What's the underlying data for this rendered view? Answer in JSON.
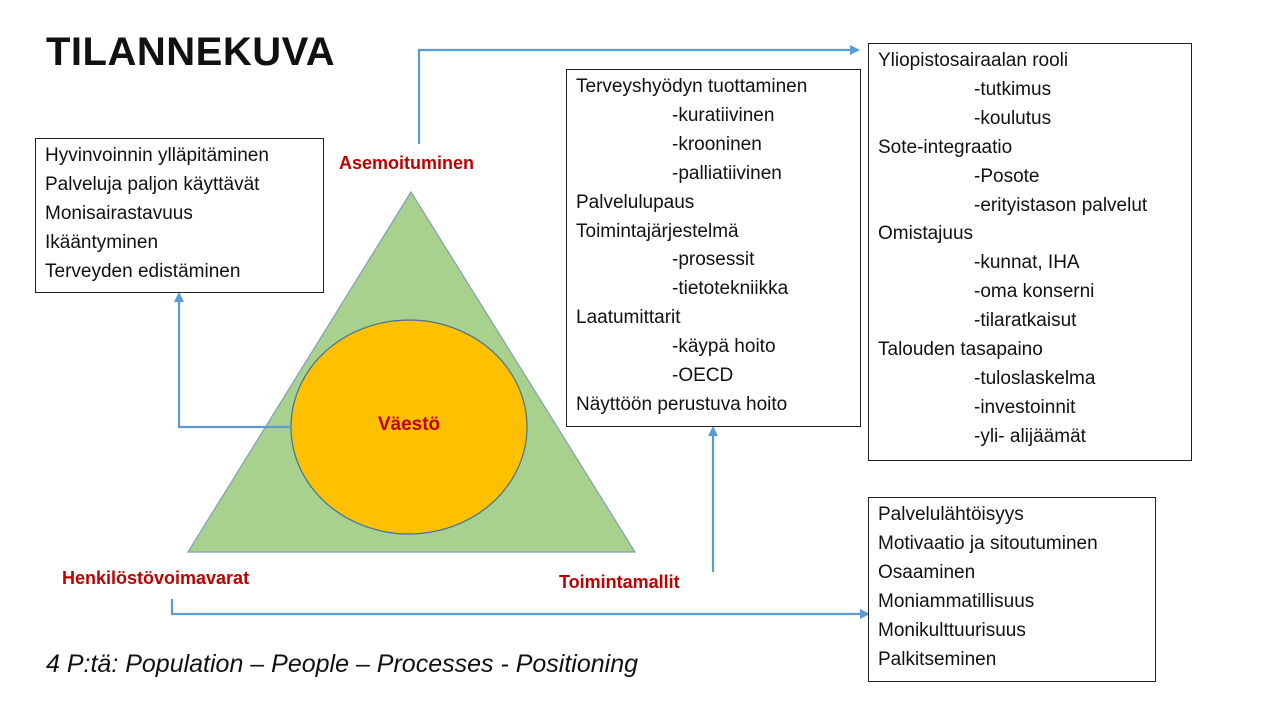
{
  "title": "TILANNEKUVA",
  "footer": "4 P:tä: Population – People – Processes - Positioning",
  "center": "Väestö",
  "corners": {
    "top": "Asemoituminen",
    "bottom_left": "Henkilöstövoimavarat",
    "bottom_right": "Toimintamallit"
  },
  "boxes": {
    "population": [
      {
        "text": "Hyvinvoinnin ylläpitäminen",
        "indent": false
      },
      {
        "text": "Palveluja paljon käyttävät",
        "indent": false
      },
      {
        "text": "Monisairastavuus",
        "indent": false
      },
      {
        "text": "Ikääntyminen",
        "indent": false
      },
      {
        "text": "Terveyden edistäminen",
        "indent": false
      }
    ],
    "processes": [
      {
        "text": "Terveyshyödyn tuottaminen",
        "indent": false
      },
      {
        "text": "-kuratiivinen",
        "indent": true
      },
      {
        "text": "-krooninen",
        "indent": true
      },
      {
        "text": "-palliatiivinen",
        "indent": true
      },
      {
        "text": "Palvelulupaus",
        "indent": false
      },
      {
        "text": "Toimintajärjestelmä",
        "indent": false
      },
      {
        "text": "-prosessit",
        "indent": true
      },
      {
        "text": "-tietotekniikka",
        "indent": true
      },
      {
        "text": "Laatumittarit",
        "indent": false
      },
      {
        "text": "-käypä hoito",
        "indent": true
      },
      {
        "text": "-OECD",
        "indent": true
      },
      {
        "text": "Näyttöön perustuva hoito",
        "indent": false
      }
    ],
    "positioning": [
      {
        "text": "Yliopistosairaalan rooli",
        "indent": false
      },
      {
        "text": "-tutkimus",
        "indent": true
      },
      {
        "text": "-koulutus",
        "indent": true
      },
      {
        "text": "Sote-integraatio",
        "indent": false
      },
      {
        "text": "-Posote",
        "indent": true
      },
      {
        "text": "-erityistason palvelut",
        "indent": true
      },
      {
        "text": "Omistajuus",
        "indent": false
      },
      {
        "text": "-kunnat, IHA",
        "indent": true
      },
      {
        "text": "-oma konserni",
        "indent": true
      },
      {
        "text": "-tilaratkaisut",
        "indent": true
      },
      {
        "text": "Talouden tasapaino",
        "indent": false
      },
      {
        "text": "-tuloslaskelma",
        "indent": true
      },
      {
        "text": "-investoinnit",
        "indent": true
      },
      {
        "text": "-yli- alijäämät",
        "indent": true
      }
    ],
    "people": [
      {
        "text": "Palvelulähtöisyys",
        "indent": false
      },
      {
        "text": "Motivaatio ja sitoutuminen",
        "indent": false
      },
      {
        "text": "Osaaminen",
        "indent": false
      },
      {
        "text": "Moniammatillisuus",
        "indent": false
      },
      {
        "text": "Monikulttuurisuus",
        "indent": false
      },
      {
        "text": "Palkitseminen",
        "indent": false
      }
    ]
  },
  "colors": {
    "triangle_fill": "#a9d18e",
    "circle_fill": "#ffc000",
    "label_red": "#c00000",
    "arrow_blue": "#5b9bd5"
  }
}
